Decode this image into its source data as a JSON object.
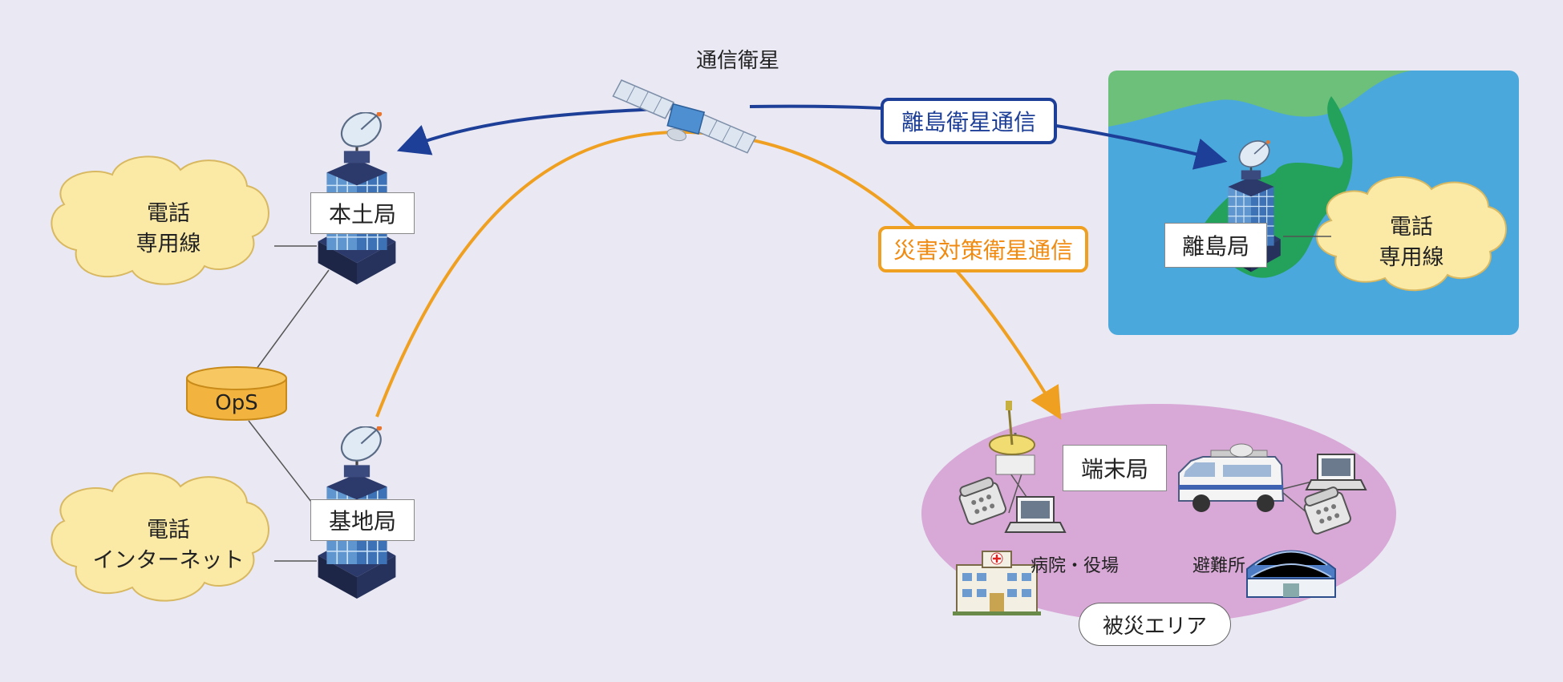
{
  "satellite": {
    "label": "通信衛星"
  },
  "links": {
    "island": {
      "label": "離島衛星通信",
      "color": "#1e3f97"
    },
    "disaster": {
      "label": "災害対策衛星通信",
      "color": "#f0a020"
    }
  },
  "stations": {
    "mainland": "本土局",
    "base": "基地局",
    "island": "離島局",
    "terminal": "端末局"
  },
  "ops": {
    "label": "OpS"
  },
  "clouds": {
    "mainland": [
      "電話",
      "専用線"
    ],
    "base": [
      "電話",
      "インターネット"
    ],
    "island": [
      "電話",
      "専用線"
    ]
  },
  "disaster_area": {
    "label": "被災エリア",
    "hospital": "病院・役場",
    "shelter": "避難所"
  },
  "colors": {
    "background": "#e9e8f3",
    "cloud": "#fbe9a6",
    "sea": "#4aa8dc",
    "land": "#24a15a",
    "area": "#d8a8d6",
    "ops": "#f2b43e"
  }
}
